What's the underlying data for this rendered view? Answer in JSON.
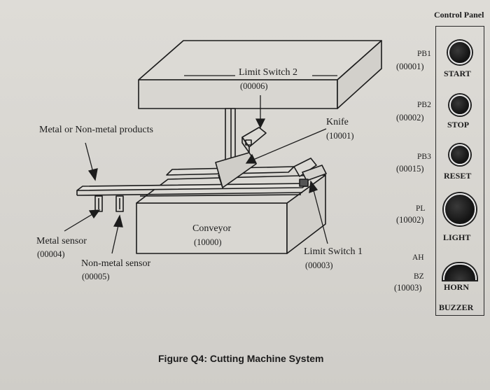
{
  "labels": {
    "limit_switch_2": "Limit Switch 2",
    "limit_switch_2_code": "(00006)",
    "products": "Metal or Non-metal products",
    "knife": "Knife",
    "knife_code": "(10001)",
    "conveyor": "Conveyor",
    "conveyor_code": "(10000)",
    "metal_sensor": "Metal sensor",
    "metal_sensor_code": "(00004)",
    "nonmetal_sensor": "Non-metal sensor",
    "nonmetal_sensor_code": "(00005)",
    "limit_switch_1": "Limit Switch 1",
    "limit_switch_1_code": "(00003)"
  },
  "control_panel": {
    "title": "Control Panel",
    "pb1": "PB1",
    "pb1_code": "(00001)",
    "start": "START",
    "pb2": "PB2",
    "pb2_code": "(00002)",
    "stop": "STOP",
    "pb3": "PB3",
    "pb3_code": "(00015)",
    "reset": "RESET",
    "pl": "PL",
    "pl_code": "(10002)",
    "light": "LIGHT",
    "ah": "AH",
    "bz": "BZ",
    "bz_code": "(10003)",
    "horn": "HORN",
    "buzzer": "BUZZER"
  },
  "caption": "Figure Q4: Cutting Machine System"
}
